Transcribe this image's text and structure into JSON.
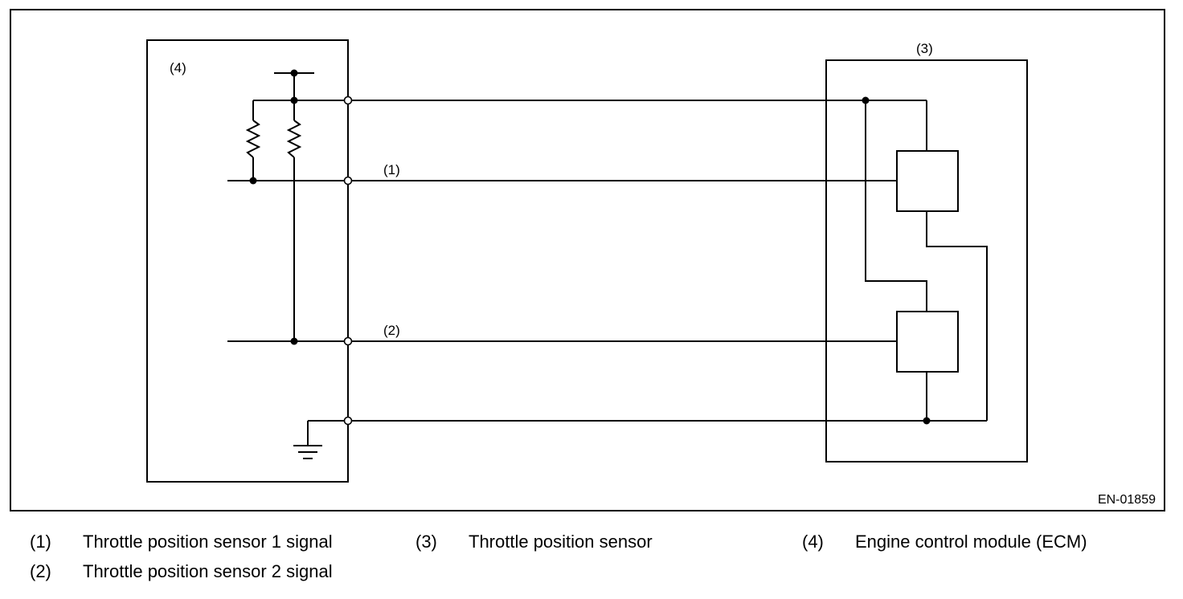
{
  "diagram": {
    "figure_code": "EN-01859",
    "callouts": {
      "ecm": "(4)",
      "sensor": "(3)",
      "signal1": "(1)",
      "signal2": "(2)"
    }
  },
  "legend": [
    {
      "num": "(1)",
      "text": "Throttle position sensor 1 signal"
    },
    {
      "num": "(2)",
      "text": "Throttle position sensor 2 signal"
    },
    {
      "num": "(3)",
      "text": "Throttle position sensor"
    },
    {
      "num": "(4)",
      "text": "Engine control module (ECM)"
    }
  ]
}
